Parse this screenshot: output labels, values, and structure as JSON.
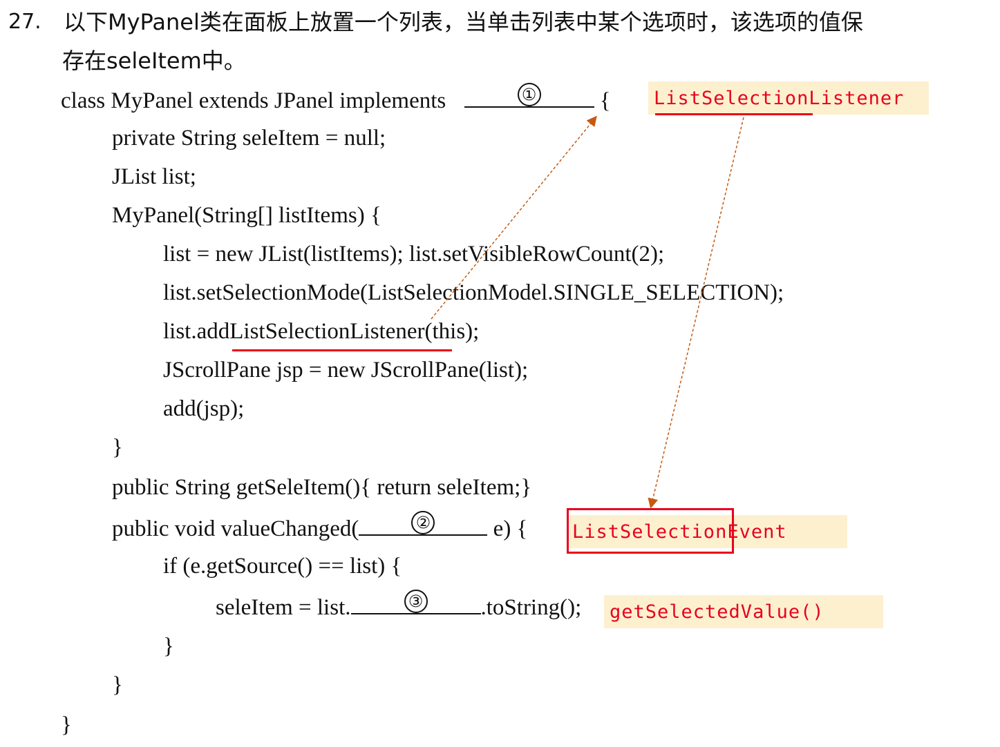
{
  "question": {
    "number": "27.",
    "text_line1": "以下MyPanel类在面板上放置一个列表，当单击列表中某个选项时，该选项的值保",
    "text_line2": "存在seleItem中。"
  },
  "code": {
    "l1_pre": "class MyPanel extends JPanel implements ",
    "l1_post": " {",
    "l2": "private String seleItem = null;",
    "l3": "JList list;",
    "l4": "MyPanel(String[] listItems) {",
    "l5": "list = new JList(listItems); list.setVisibleRowCount(2);",
    "l6": "list.setSelectionMode(ListSelectionModel.SINGLE_SELECTION);",
    "l7": "list.addListSelectionListener(this);",
    "l8": "JScrollPane jsp = new JScrollPane(list);",
    "l9": "add(jsp);",
    "l10": "}",
    "l11": "public String getSeleItem(){ return seleItem;}",
    "l12_pre": "public void valueChanged(",
    "l12_post": " e) {",
    "l13": "if (e.getSource() == list) {",
    "l14_pre": "seleItem = list.",
    "l14_post": ".toString();",
    "l15": "}",
    "l16": "}",
    "l17": "}"
  },
  "blanks": [
    "①",
    "②",
    "③"
  ],
  "answers": {
    "a1": "ListSelectionListener",
    "a2": "ListSelectionEvent",
    "a3": "getSelectedValue()"
  },
  "colors": {
    "annotation_red": "#e8001c",
    "answer_bg": "#fdf0cf",
    "arrow": "#c55a11"
  }
}
